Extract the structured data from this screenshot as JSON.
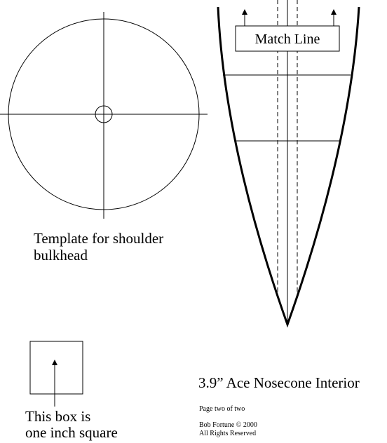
{
  "bulkhead": {
    "caption_line1": "Template for shoulder",
    "caption_line2": "bulkhead"
  },
  "nosecone": {
    "match_line_label": "Match Line"
  },
  "scale_box": {
    "caption_line1": "This box is",
    "caption_line2": "one inch square"
  },
  "footer": {
    "title": "3.9” Ace Nosecone Interior",
    "page_note": "Page two of two",
    "copyright": "Bob Fortune © 2000",
    "rights": "All Rights Reserved"
  }
}
